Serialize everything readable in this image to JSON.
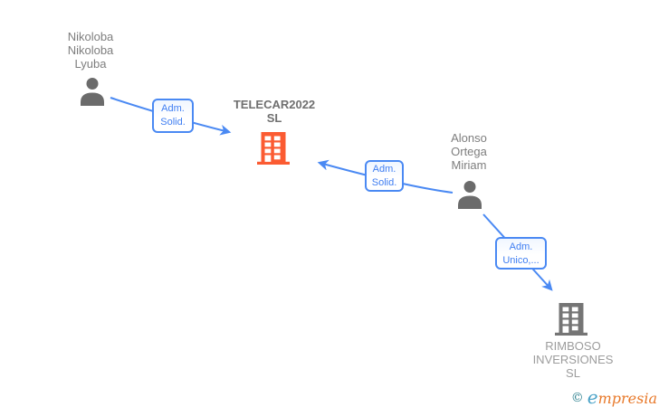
{
  "diagram": {
    "nodes": {
      "person1": {
        "type": "person",
        "lines": [
          "Nikoloba",
          "Nikoloba",
          "Lyuba"
        ]
      },
      "company1": {
        "type": "company",
        "highlighted": true,
        "lines": [
          "TELECAR2022",
          "SL"
        ]
      },
      "person2": {
        "type": "person",
        "lines": [
          "Alonso",
          "Ortega",
          "Miriam"
        ]
      },
      "company2": {
        "type": "company",
        "highlighted": false,
        "lines": [
          "RIMBOSO",
          "INVERSIONES",
          "SL"
        ]
      }
    },
    "edges": {
      "edge1": {
        "from": "person1",
        "to": "company1",
        "lines": [
          "Adm.",
          "Solid."
        ]
      },
      "edge2": {
        "from": "person2",
        "to": "company1",
        "lines": [
          "Adm.",
          "Solid."
        ]
      },
      "edge3": {
        "from": "person2",
        "to": "company2",
        "lines": [
          "Adm.",
          "Unico,..."
        ]
      }
    }
  },
  "colors": {
    "edge_blue": "#4a89f3",
    "edge_label_text": "#3f7ef2",
    "company_highlight_orange": "#fb5b32",
    "company_icon_gray": "#757575",
    "person_icon_gray": "#6b6b6b",
    "person_label_gray": "#7e7e7e",
    "company1_label_gray": "#6f6f6f",
    "company2_label_gray": "#9c9c9c",
    "watermark_copyright_teal": "#2d808f",
    "watermark_e_blue": "#4aa2c7",
    "watermark_rest_orange": "#e8792a"
  },
  "watermark": {
    "copyright_symbol": "©",
    "brand_initial": "e",
    "brand_rest": "mpresia"
  }
}
